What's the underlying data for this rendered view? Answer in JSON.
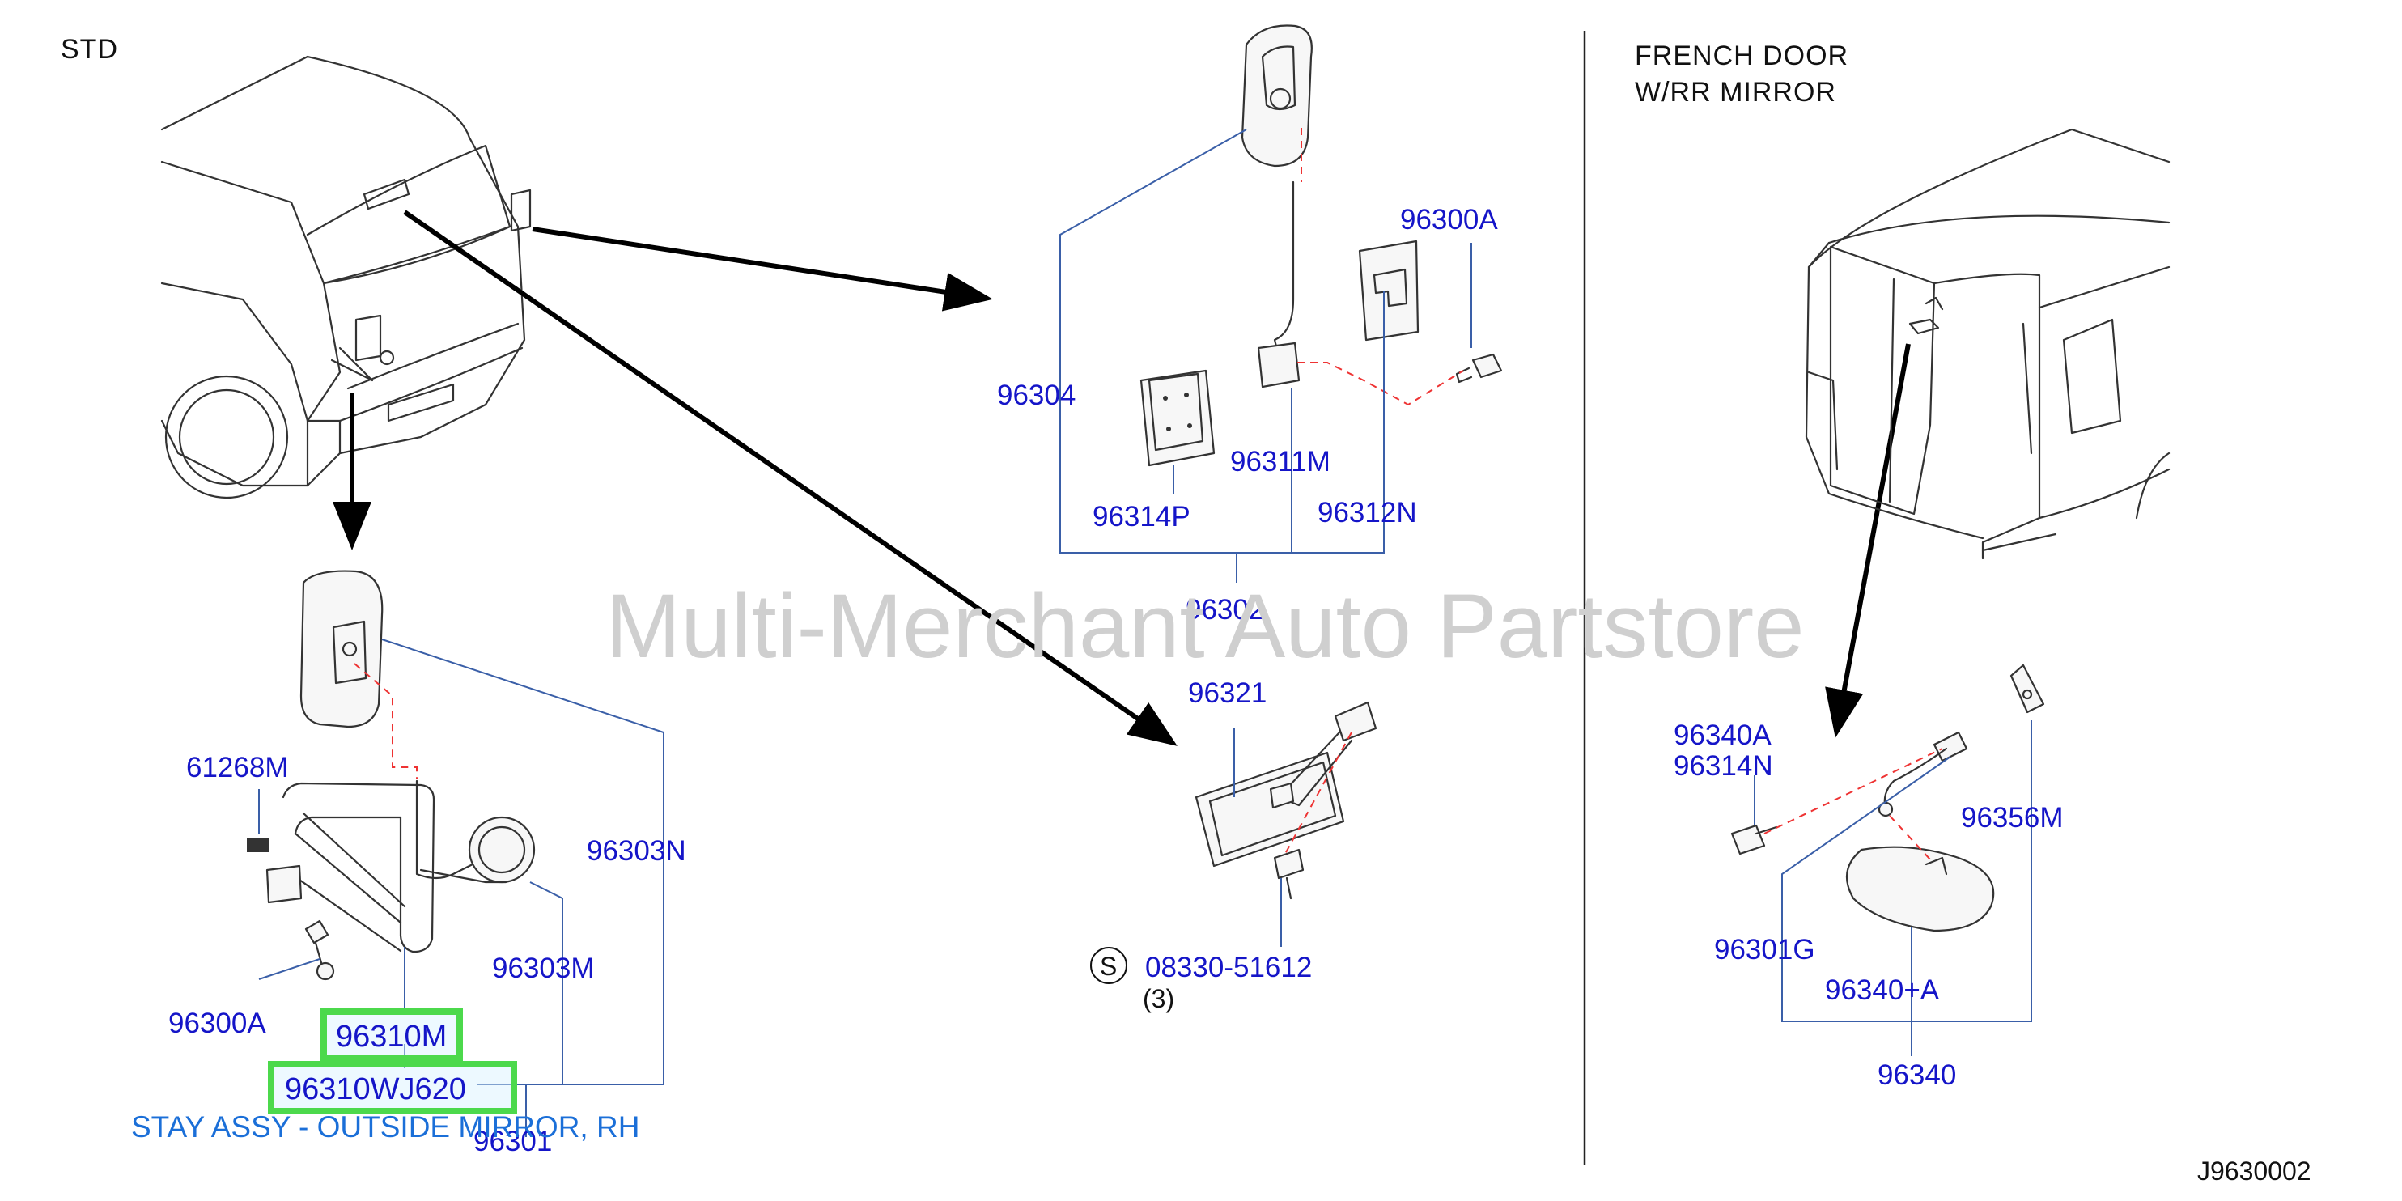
{
  "headers": {
    "std": "STD",
    "french_door": "FRENCH  DOOR",
    "rr_mirror": "W/RR  MIRROR"
  },
  "watermark": "Multi-Merchant Auto Partstore",
  "diagram_code": "J9630002",
  "parts": {
    "p96300A_top": "96300A",
    "p96304": "96304",
    "p96311M": "96311M",
    "p96314P": "96314P",
    "p96312N": "96312N",
    "p96302": "96302",
    "p96321": "96321",
    "p08330": "08330-51612",
    "qty3": "(3)",
    "s_symbol": "S",
    "p61268M": "61268M",
    "p96303N": "96303N",
    "p96303M": "96303M",
    "p96300A_bottom": "96300A",
    "p96310M": "96310M",
    "p96310WJ620": "96310WJ620",
    "p96301": "96301",
    "p96340A": "96340A",
    "p96314N": "96314N",
    "p96356M": "96356M",
    "p96301G": "96301G",
    "p96340plusA": "96340+A",
    "p96340": "96340"
  },
  "highlight": {
    "caption": "STAY ASSY - OUTSIDE MIRROR, RH",
    "box_color": "#4cd94c",
    "caption_color": "#1b6fd8"
  },
  "colors": {
    "part_label": "#1515c8",
    "leader_line": "#3a5fa8",
    "center_line": "#e33333"
  }
}
